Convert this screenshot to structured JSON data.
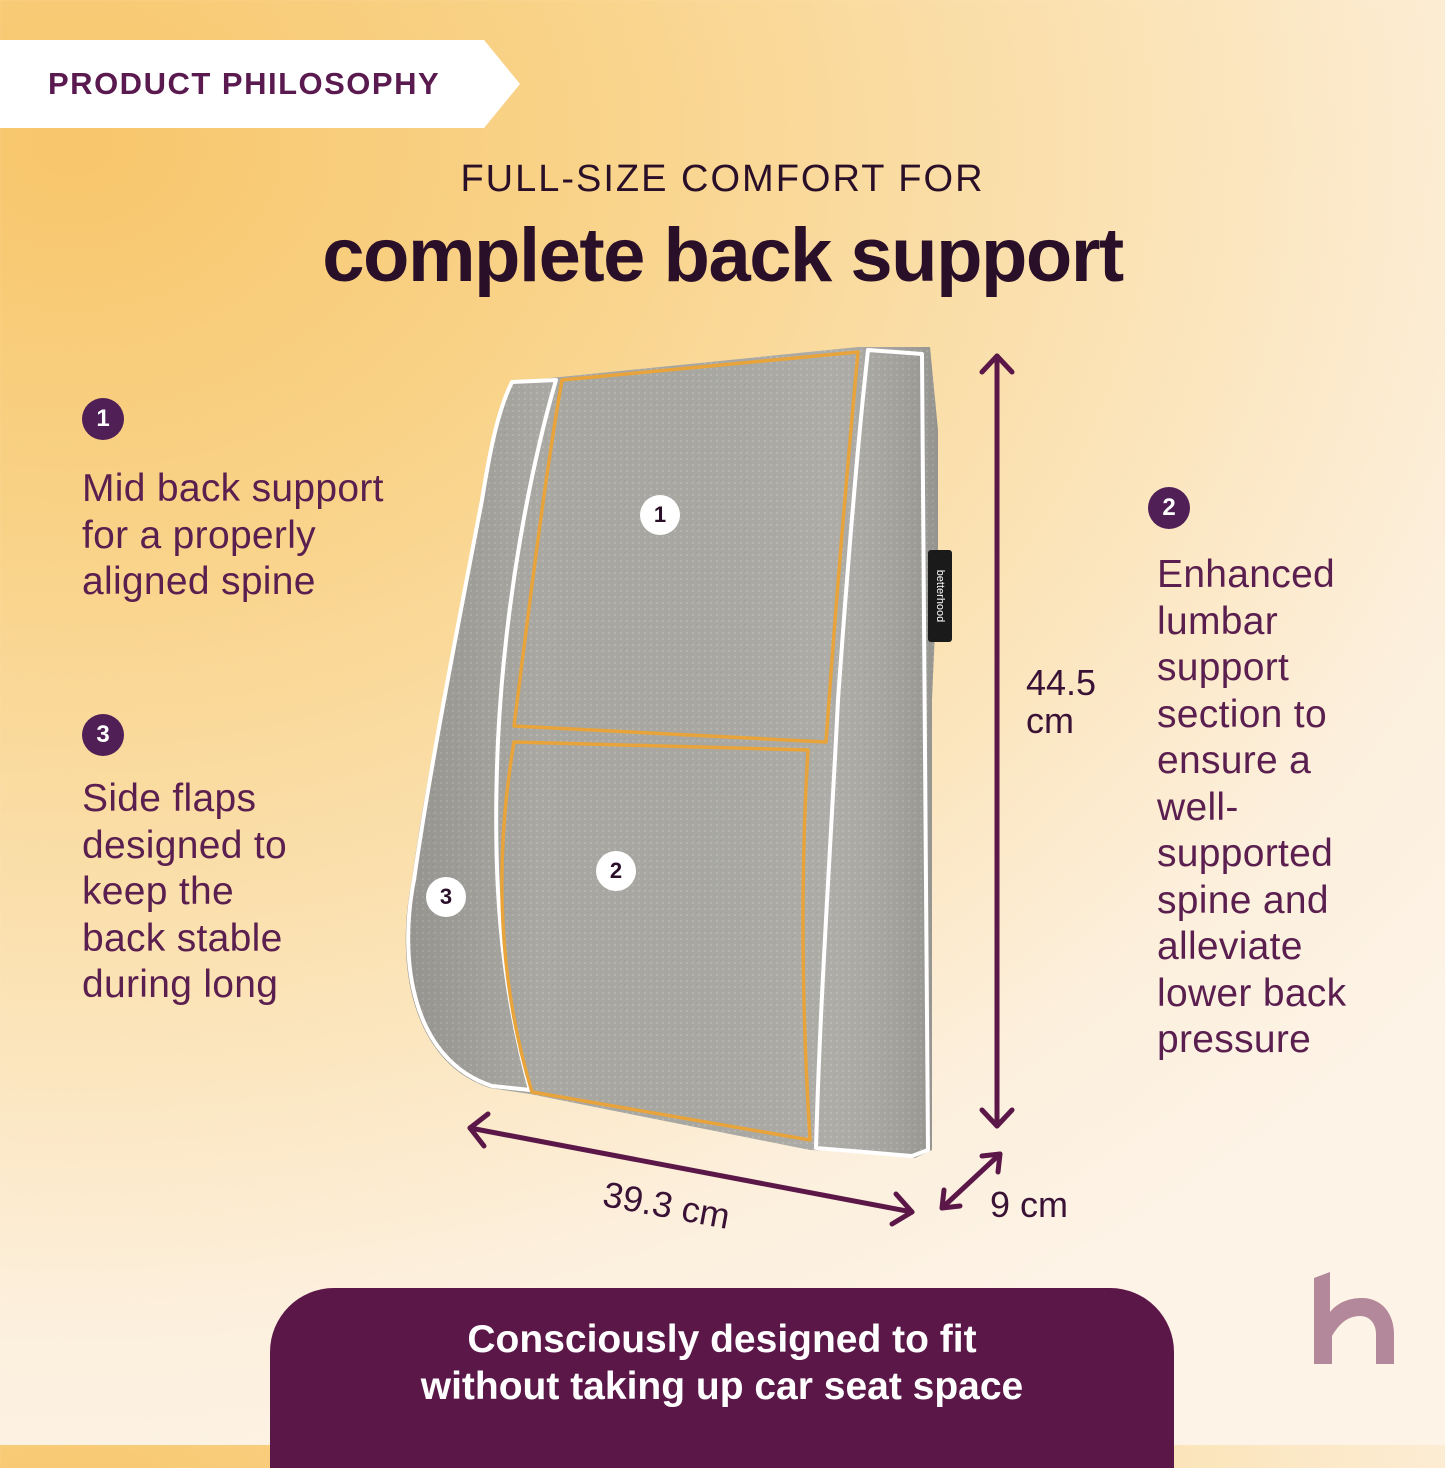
{
  "banner": {
    "label": "PRODUCT PHILOSOPHY"
  },
  "title": {
    "line1": "FULL-SIZE COMFORT FOR",
    "line2": "complete back support"
  },
  "features": [
    {
      "number": "1",
      "lines": [
        "Mid back support",
        "for a properly",
        "aligned spine"
      ]
    },
    {
      "number": "2",
      "lines": [
        "Enhanced",
        "lumbar",
        "support",
        "section to",
        "ensure a",
        "well-",
        "supported",
        "spine and",
        "alleviate",
        "lower back",
        "pressure"
      ]
    },
    {
      "number": "3",
      "lines": [
        "Side flaps",
        "designed to",
        "keep the",
        "back stable",
        "during long"
      ]
    }
  ],
  "product": {
    "zone_labels": [
      "1",
      "2",
      "3"
    ],
    "tag_text": "betterhood"
  },
  "dimensions": {
    "height_value": "44.5",
    "height_unit": "cm",
    "width": "39.3 cm",
    "depth": "9 cm"
  },
  "footer": {
    "line1": "Consciously designed to fit",
    "line2": "without taking up car seat space"
  },
  "colors": {
    "brand_plum": "#5b1748",
    "accent_orange": "#e8a43a",
    "cushion_gray": "#a9a8a3",
    "logo_mauve": "#b3889b"
  },
  "icons": {
    "logo": "betterhood-h-logo",
    "arrows": [
      "height-arrow-icon",
      "width-arrow-icon",
      "depth-arrow-icon"
    ]
  }
}
